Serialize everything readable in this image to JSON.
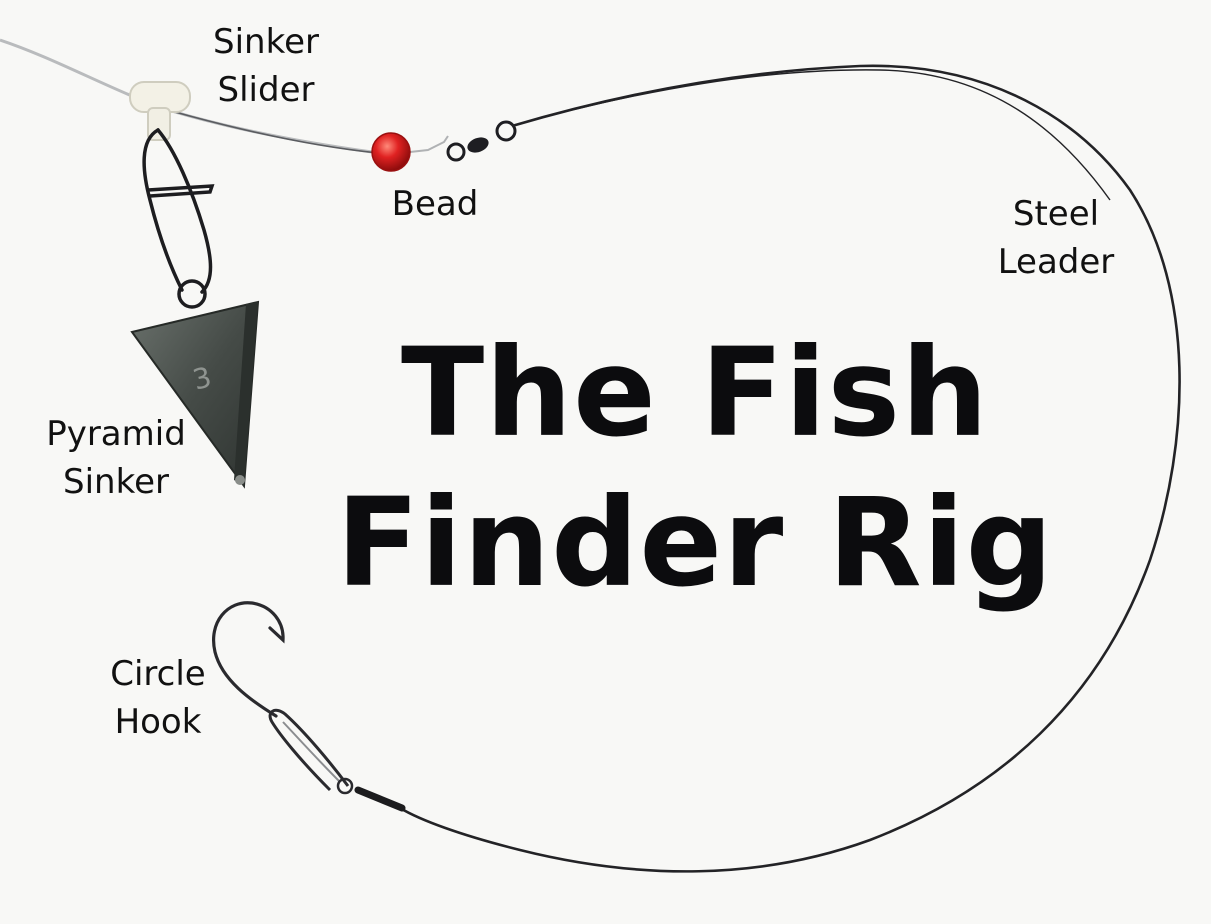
{
  "title": {
    "line1": "The Fish",
    "line2": "Finder Rig"
  },
  "labels": {
    "sinker_slider": [
      "Sinker",
      "Slider"
    ],
    "bead": "Bead",
    "steel_leader": [
      "Steel",
      "Leader"
    ],
    "pyramid_sinker": [
      "Pyramid",
      "Sinker"
    ],
    "circle_hook": [
      "Circle",
      "Hook"
    ]
  },
  "colors": {
    "background": "#f8f8f6",
    "text": "#111111",
    "line": "#2a2a2e",
    "mainline": "#b9bbbd",
    "bead": "#d82020",
    "sinker": "#4c524e",
    "slider": "#f3f1e6"
  },
  "sinker_weight": "3"
}
